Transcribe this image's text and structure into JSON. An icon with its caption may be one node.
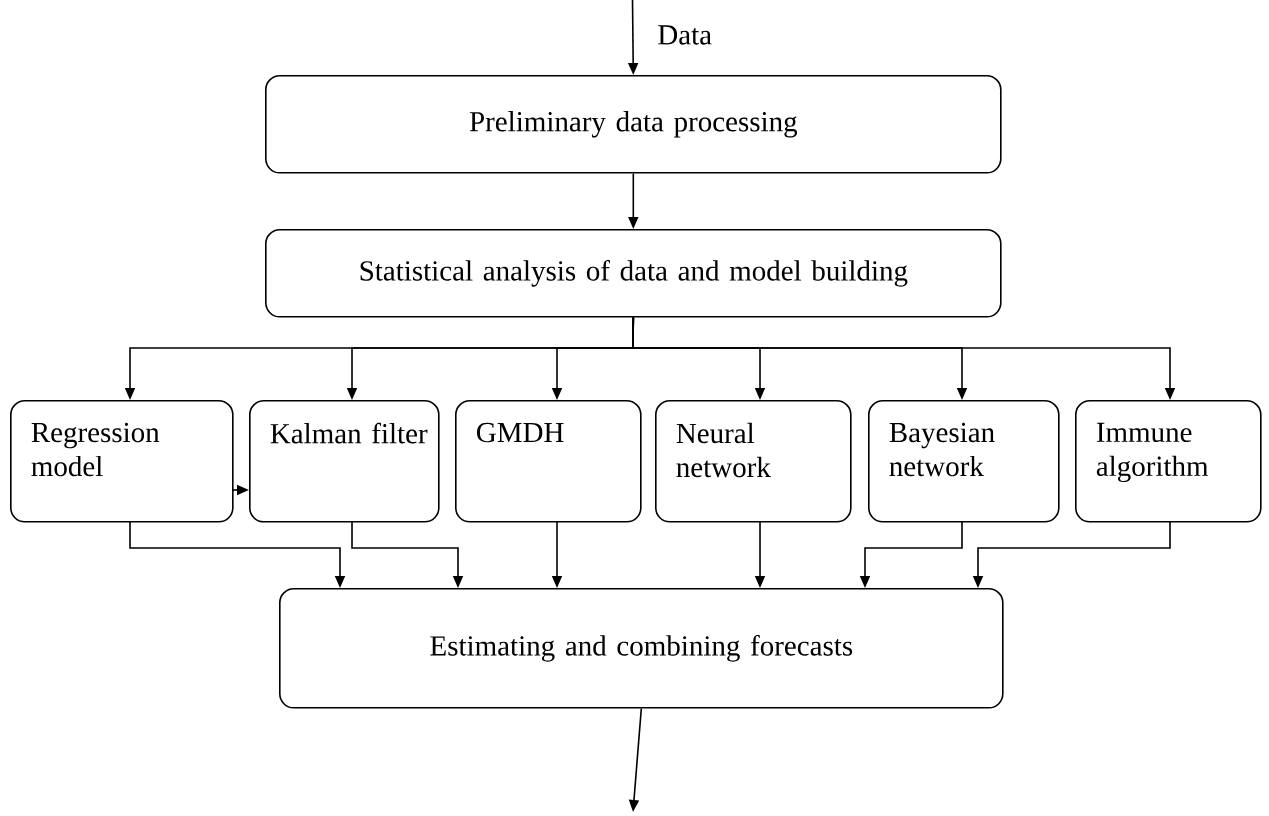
{
  "diagram": {
    "nodes": [
      {
        "text": [
          "Preliminary data processing"
        ]
      },
      {
        "text": [
          "Statistical analysis of data and model building"
        ]
      },
      {
        "text": [
          "Regression model"
        ]
      },
      {
        "text": [
          "Kalman filter"
        ]
      },
      {
        "text": [
          "GMDH"
        ]
      },
      {
        "text": [
          "Neural network"
        ]
      },
      {
        "text": [
          "Bayesian network"
        ]
      },
      {
        "text": [
          "Immune algorithm"
        ]
      },
      {
        "text": [
          "Estimating and combining forecasts"
        ]
      }
    ],
    "edges": [
      {
        "from": null,
        "to": 0,
        "arrow": "to",
        "label": "Data"
      },
      {
        "from": 0,
        "to": 1,
        "arrow": "to"
      },
      {
        "from": 1,
        "to": 2,
        "arrow": "to"
      },
      {
        "from": 1,
        "to": 3,
        "arrow": "to"
      },
      {
        "from": 1,
        "to": 4,
        "arrow": "to"
      },
      {
        "from": 1,
        "to": 5,
        "arrow": "to"
      },
      {
        "from": 1,
        "to": 6,
        "arrow": "to"
      },
      {
        "from": 1,
        "to": 7,
        "arrow": "to"
      },
      {
        "from": 2,
        "to": 3,
        "arrow": "to"
      },
      {
        "from": 2,
        "to": 8,
        "arrow": "to"
      },
      {
        "from": 3,
        "to": 8,
        "arrow": "to"
      },
      {
        "from": 4,
        "to": 8,
        "arrow": "to"
      },
      {
        "from": 5,
        "to": 8,
        "arrow": "to"
      },
      {
        "from": 6,
        "to": 8,
        "arrow": "to"
      },
      {
        "from": 7,
        "to": 8,
        "arrow": "to"
      },
      {
        "from": 8,
        "to": null,
        "arrow": "to"
      }
    ]
  }
}
